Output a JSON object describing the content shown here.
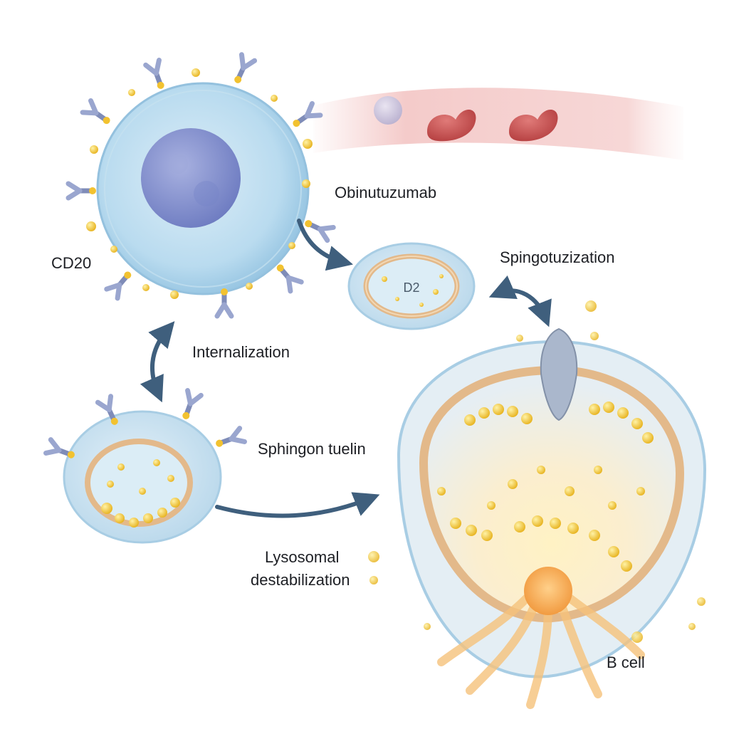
{
  "labels": {
    "obinutuzumab": "Obinutuzumab",
    "cd20": "CD20",
    "spingotuzization": "Spingotuzization",
    "internalization": "Internalization",
    "sphingomyelin": "Sphingon tuelin",
    "lysosomal_line1": "Lysosomal",
    "lysosomal_line2": "destabilization",
    "b_cell": "B cell",
    "vesicle_tag": "D2"
  },
  "colors": {
    "cell_membrane": "#a9cfe6",
    "cell_cytoplasm": "#cfe6f3",
    "nucleus": "#8793cf",
    "antibody": "#8c98bf",
    "particle": "#f2c230",
    "vessel": "#f3c5c4",
    "red_cell": "#c9504f",
    "arrow": "#3f5f7d",
    "membrane_band": "#e9c79c",
    "burst": "#f5a53a"
  },
  "icons": [
    "antibody-icon",
    "nucleus-icon",
    "red-blood-cell-icon",
    "curved-arrow-icon"
  ]
}
